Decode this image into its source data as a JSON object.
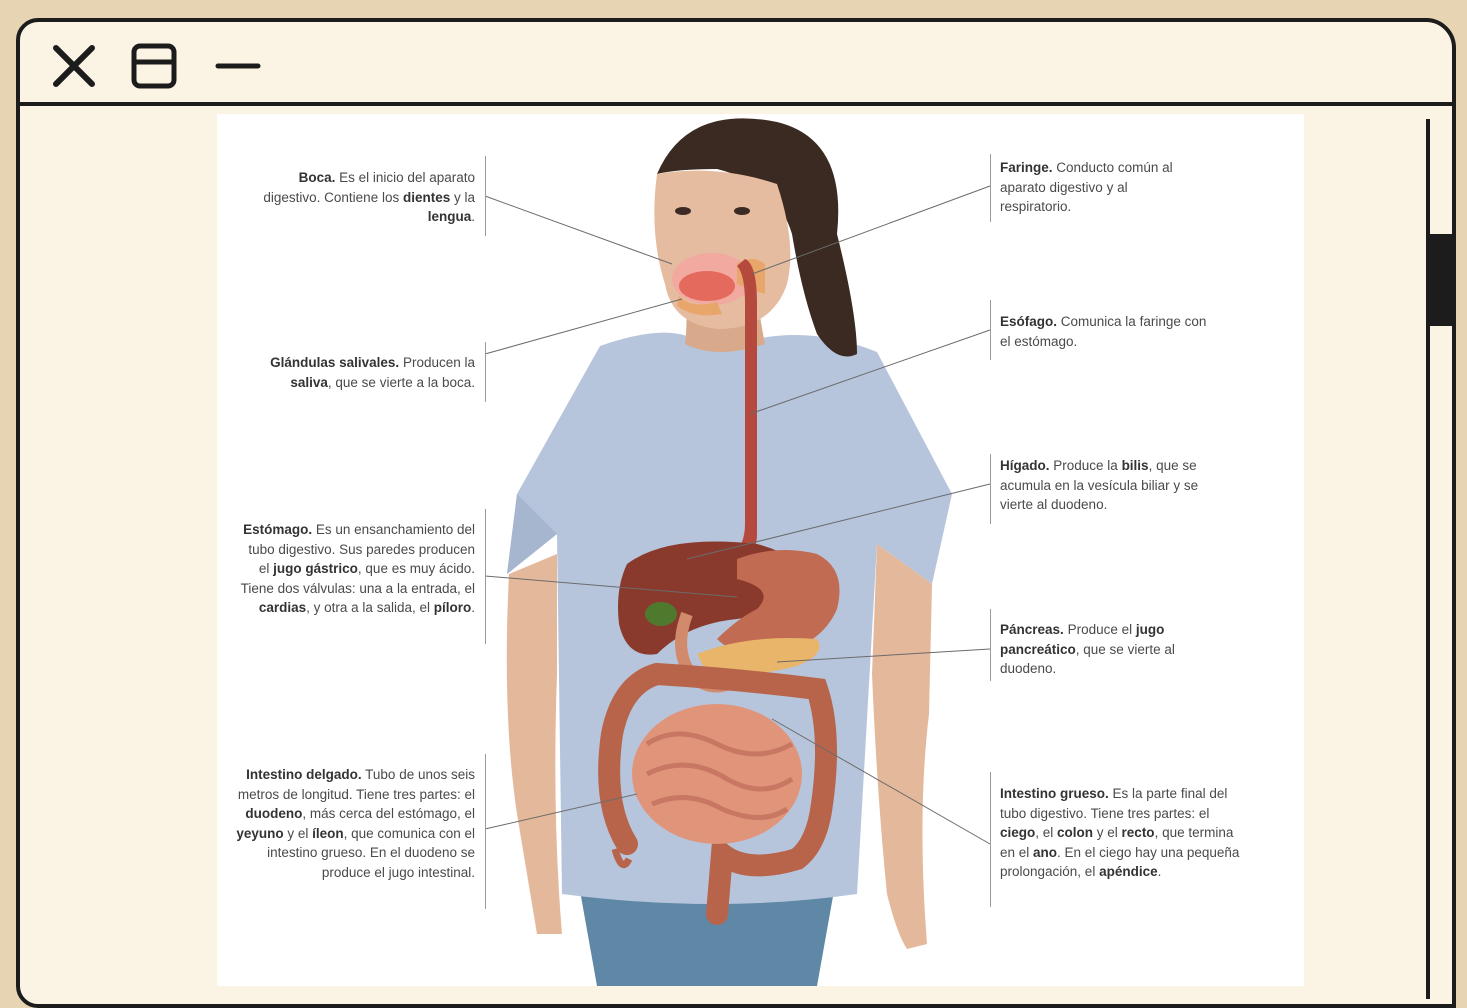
{
  "window": {
    "controls": {
      "close": "close-icon",
      "maximize": "window-icon",
      "minimize": "minimize-icon"
    }
  },
  "diagram": {
    "labels": [
      {
        "id": "boca",
        "side": "left",
        "title": "Boca.",
        "parts": [
          {
            "t": "Es el inicio del aparato digestivo. Contiene los "
          },
          {
            "t": "dientes",
            "b": true
          },
          {
            "t": " y la "
          },
          {
            "t": "lengua",
            "b": true
          },
          {
            "t": "."
          }
        ]
      },
      {
        "id": "glandulas",
        "side": "left",
        "title": "Glándulas salivales.",
        "parts": [
          {
            "t": "Producen la "
          },
          {
            "t": "saliva",
            "b": true
          },
          {
            "t": ", que se vierte a la boca."
          }
        ]
      },
      {
        "id": "estomago",
        "side": "left",
        "title": "Estómago.",
        "parts": [
          {
            "t": "Es un ensanchamiento del tubo digestivo. Sus paredes producen el "
          },
          {
            "t": "jugo gástrico",
            "b": true
          },
          {
            "t": ", que es muy ácido. Tiene dos válvulas: una a la entrada, el "
          },
          {
            "t": "cardias",
            "b": true
          },
          {
            "t": ", y otra a la salida, el "
          },
          {
            "t": "píloro",
            "b": true
          },
          {
            "t": "."
          }
        ]
      },
      {
        "id": "intestino-delgado",
        "side": "left",
        "title": "Intestino delgado.",
        "parts": [
          {
            "t": "Tubo de unos seis metros de longitud. Tiene tres partes: el "
          },
          {
            "t": "duodeno",
            "b": true
          },
          {
            "t": ", más cerca del estómago, el "
          },
          {
            "t": "yeyuno",
            "b": true
          },
          {
            "t": " y el "
          },
          {
            "t": "íleon",
            "b": true
          },
          {
            "t": ", que comunica con el intestino grueso. En el duodeno se produce el jugo intestinal."
          }
        ]
      },
      {
        "id": "faringe",
        "side": "right",
        "title": "Faringe.",
        "parts": [
          {
            "t": "Conducto común al aparato digestivo y al respiratorio."
          }
        ]
      },
      {
        "id": "esofago",
        "side": "right",
        "title": "Esófago.",
        "parts": [
          {
            "t": "Comunica la faringe con el estómago."
          }
        ]
      },
      {
        "id": "higado",
        "side": "right",
        "title": "Hígado.",
        "parts": [
          {
            "t": "Produce la "
          },
          {
            "t": "bilis",
            "b": true
          },
          {
            "t": ", que se acumula en la vesícula biliar y se vierte al duodeno."
          }
        ]
      },
      {
        "id": "pancreas",
        "side": "right",
        "title": "Páncreas.",
        "parts": [
          {
            "t": "Produce el "
          },
          {
            "t": "jugo pancreático",
            "b": true
          },
          {
            "t": ", que se vierte al duodeno."
          }
        ]
      },
      {
        "id": "intestino-grueso",
        "side": "right",
        "title": "Intestino grueso.",
        "parts": [
          {
            "t": "Es la parte final del tubo digestivo. Tiene tres partes: el "
          },
          {
            "t": "ciego",
            "b": true
          },
          {
            "t": ", el "
          },
          {
            "t": "colon",
            "b": true
          },
          {
            "t": " y el "
          },
          {
            "t": "recto",
            "b": true
          },
          {
            "t": ", que termina en el "
          },
          {
            "t": "ano",
            "b": true
          },
          {
            "t": ". En el ciego hay una pequeña prolongación, el "
          },
          {
            "t": "apéndice",
            "b": true
          },
          {
            "t": "."
          }
        ]
      }
    ]
  }
}
